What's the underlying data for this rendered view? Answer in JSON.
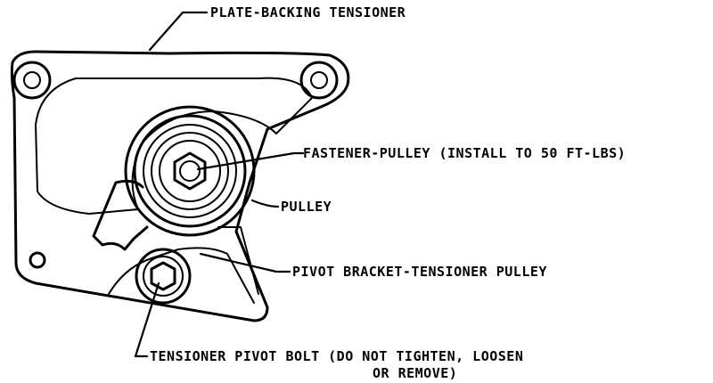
{
  "labels": {
    "plate_backing": "PLATE-BACKING TENSIONER",
    "fastener_pulley": "FASTENER-PULLEY (INSTALL TO 50 FT-LBS)",
    "pulley": "PULLEY",
    "pivot_bracket": "PIVOT BRACKET-TENSIONER PULLEY",
    "pivot_bolt_line1": "TENSIONER PIVOT BOLT (DO NOT TIGHTEN, LOOSEN",
    "pivot_bolt_line2": "OR REMOVE)"
  }
}
